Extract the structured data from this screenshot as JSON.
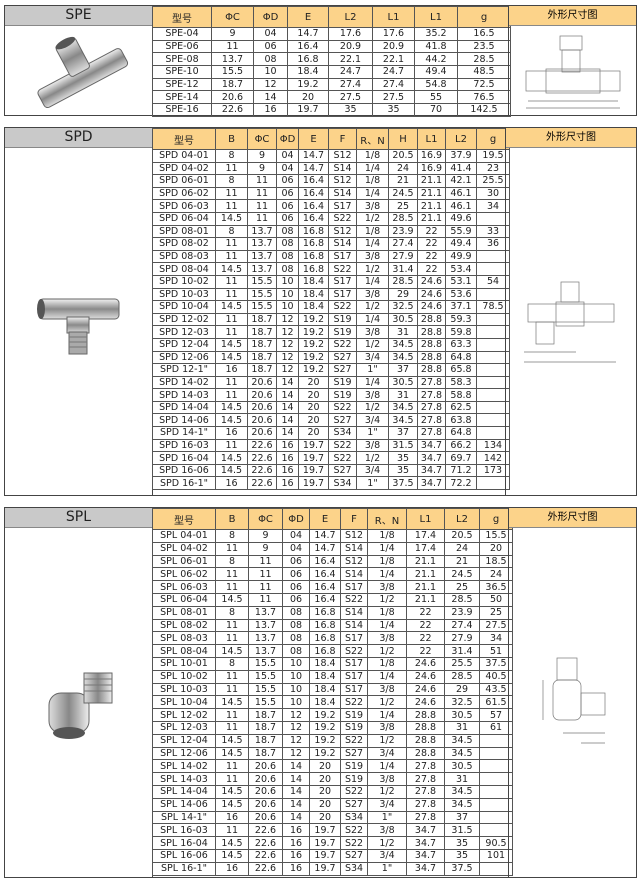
{
  "sections": [
    {
      "title": "SPE",
      "drawing_header": "外形尺寸图",
      "headers": [
        "型号",
        "ΦC",
        "ΦD",
        "E",
        "L2",
        "L1",
        "L1",
        "g"
      ],
      "rows": [
        [
          "SPE-04",
          "9",
          "04",
          "14.7",
          "17.6",
          "17.6",
          "35.2",
          "16.5"
        ],
        [
          "SPE-06",
          "11",
          "06",
          "16.4",
          "20.9",
          "20.9",
          "41.8",
          "23.5"
        ],
        [
          "SPE-08",
          "13.7",
          "08",
          "16.8",
          "22.1",
          "22.1",
          "44.2",
          "28.5"
        ],
        [
          "SPE-10",
          "15.5",
          "10",
          "18.4",
          "24.7",
          "24.7",
          "49.4",
          "48.5"
        ],
        [
          "SPE-12",
          "18.7",
          "12",
          "19.2",
          "27.4",
          "27.4",
          "54.8",
          "72.5"
        ],
        [
          "SPE-14",
          "20.6",
          "14",
          "20",
          "27.5",
          "27.5",
          "55",
          "76.5"
        ],
        [
          "SPE-16",
          "22.6",
          "16",
          "19.7",
          "35",
          "35",
          "70",
          "142.5"
        ]
      ]
    },
    {
      "title": "SPD",
      "drawing_header": "外形尺寸图",
      "headers": [
        "型号",
        "B",
        "ΦC",
        "ΦD",
        "E",
        "F",
        "R、N",
        "H",
        "L1",
        "L2",
        "g"
      ],
      "rows": [
        [
          "SPD 04-01",
          "8",
          "9",
          "04",
          "14.7",
          "S12",
          "1/8",
          "20.5",
          "16.9",
          "37.9",
          "19.5"
        ],
        [
          "SPD 04-02",
          "11",
          "9",
          "04",
          "14.7",
          "S14",
          "1/4",
          "24",
          "16.9",
          "41.4",
          "23"
        ],
        [
          "SPD 06-01",
          "8",
          "11",
          "06",
          "16.4",
          "S12",
          "1/8",
          "21",
          "21.1",
          "42.1",
          "25.5"
        ],
        [
          "SPD 06-02",
          "11",
          "11",
          "06",
          "16.4",
          "S14",
          "1/4",
          "24.5",
          "21.1",
          "46.1",
          "30"
        ],
        [
          "SPD 06-03",
          "11",
          "11",
          "06",
          "16.4",
          "S17",
          "3/8",
          "25",
          "21.1",
          "46.1",
          "34"
        ],
        [
          "SPD 06-04",
          "14.5",
          "11",
          "06",
          "16.4",
          "S22",
          "1/2",
          "28.5",
          "21.1",
          "49.6",
          ""
        ],
        [
          "SPD 08-01",
          "8",
          "13.7",
          "08",
          "16.8",
          "S12",
          "1/8",
          "23.9",
          "22",
          "55.9",
          "33"
        ],
        [
          "SPD 08-02",
          "11",
          "13.7",
          "08",
          "16.8",
          "S14",
          "1/4",
          "27.4",
          "22",
          "49.4",
          "36"
        ],
        [
          "SPD 08-03",
          "11",
          "13.7",
          "08",
          "16.8",
          "S17",
          "3/8",
          "27.9",
          "22",
          "49.9",
          ""
        ],
        [
          "SPD 08-04",
          "14.5",
          "13.7",
          "08",
          "16.8",
          "S22",
          "1/2",
          "31.4",
          "22",
          "53.4",
          ""
        ],
        [
          "SPD 10-02",
          "11",
          "15.5",
          "10",
          "18.4",
          "S17",
          "1/4",
          "28.5",
          "24.6",
          "53.1",
          "54"
        ],
        [
          "SPD 10-03",
          "11",
          "15.5",
          "10",
          "18.4",
          "S17",
          "3/8",
          "29",
          "24.6",
          "53.6",
          ""
        ],
        [
          "SPD 10-04",
          "14.5",
          "15.5",
          "10",
          "18.4",
          "S22",
          "1/2",
          "32.5",
          "24.6",
          "37.1",
          "78.5"
        ],
        [
          "SPD 12-02",
          "11",
          "18.7",
          "12",
          "19.2",
          "S19",
          "1/4",
          "30.5",
          "28.8",
          "59.3",
          ""
        ],
        [
          "SPD 12-03",
          "11",
          "18.7",
          "12",
          "19.2",
          "S19",
          "3/8",
          "31",
          "28.8",
          "59.8",
          ""
        ],
        [
          "SPD 12-04",
          "14.5",
          "18.7",
          "12",
          "19.2",
          "S22",
          "1/2",
          "34.5",
          "28.8",
          "63.3",
          ""
        ],
        [
          "SPD 12-06",
          "14.5",
          "18.7",
          "12",
          "19.2",
          "S27",
          "3/4",
          "34.5",
          "28.8",
          "64.8",
          ""
        ],
        [
          "SPD 12-1\"",
          "16",
          "18.7",
          "12",
          "19.2",
          "S27",
          "1\"",
          "37",
          "28.8",
          "65.8",
          ""
        ],
        [
          "SPD 14-02",
          "11",
          "20.6",
          "14",
          "20",
          "S19",
          "1/4",
          "30.5",
          "27.8",
          "58.3",
          ""
        ],
        [
          "SPD 14-03",
          "11",
          "20.6",
          "14",
          "20",
          "S19",
          "3/8",
          "31",
          "27.8",
          "58.8",
          ""
        ],
        [
          "SPD 14-04",
          "14.5",
          "20.6",
          "14",
          "20",
          "S22",
          "1/2",
          "34.5",
          "27.8",
          "62.5",
          ""
        ],
        [
          "SPD 14-06",
          "14.5",
          "20.6",
          "14",
          "20",
          "S27",
          "3/4",
          "34.5",
          "27.8",
          "63.8",
          ""
        ],
        [
          "SPD 14-1\"",
          "16",
          "20.6",
          "14",
          "20",
          "S34",
          "1\"",
          "37",
          "27.8",
          "64.8",
          ""
        ],
        [
          "SPD 16-03",
          "11",
          "22.6",
          "16",
          "19.7",
          "S22",
          "3/8",
          "31.5",
          "34.7",
          "66.2",
          "134"
        ],
        [
          "SPD 16-04",
          "14.5",
          "22.6",
          "16",
          "19.7",
          "S22",
          "1/2",
          "35",
          "34.7",
          "69.7",
          "142"
        ],
        [
          "SPD 16-06",
          "14.5",
          "22.6",
          "16",
          "19.7",
          "S27",
          "3/4",
          "35",
          "34.7",
          "71.2",
          "173"
        ],
        [
          "SPD 16-1\"",
          "16",
          "22.6",
          "16",
          "19.7",
          "S34",
          "1\"",
          "37.5",
          "34.7",
          "72.2",
          ""
        ]
      ]
    },
    {
      "title": "SPL",
      "drawing_header": "外形尺寸图",
      "headers": [
        "型号",
        "B",
        "ΦC",
        "ΦD",
        "E",
        "F",
        "R、N",
        "L1",
        "L2",
        "g"
      ],
      "rows": [
        [
          "SPL 04-01",
          "8",
          "9",
          "04",
          "14.7",
          "S12",
          "1/8",
          "17.4",
          "20.5",
          "15.5"
        ],
        [
          "SPL 04-02",
          "11",
          "9",
          "04",
          "14.7",
          "S14",
          "1/4",
          "17.4",
          "24",
          "20"
        ],
        [
          "SPL 06-01",
          "8",
          "11",
          "06",
          "16.4",
          "S12",
          "1/8",
          "21.1",
          "21",
          "18.5"
        ],
        [
          "SPL 06-02",
          "11",
          "11",
          "06",
          "16.4",
          "S14",
          "1/4",
          "21.1",
          "24.5",
          "24"
        ],
        [
          "SPL 06-03",
          "11",
          "11",
          "06",
          "16.4",
          "S17",
          "3/8",
          "21.1",
          "25",
          "36.5"
        ],
        [
          "SPL 06-04",
          "14.5",
          "11",
          "06",
          "16.4",
          "S22",
          "1/2",
          "21.1",
          "28.5",
          "50"
        ],
        [
          "SPL 08-01",
          "8",
          "13.7",
          "08",
          "16.8",
          "S14",
          "1/8",
          "22",
          "23.9",
          "25"
        ],
        [
          "SPL 08-02",
          "11",
          "13.7",
          "08",
          "16.8",
          "S14",
          "1/4",
          "22",
          "27.4",
          "27.5"
        ],
        [
          "SPL 08-03",
          "11",
          "13.7",
          "08",
          "16.8",
          "S17",
          "3/8",
          "22",
          "27.9",
          "34"
        ],
        [
          "SPL 08-04",
          "14.5",
          "13.7",
          "08",
          "16.8",
          "S22",
          "1/2",
          "22",
          "31.4",
          "51"
        ],
        [
          "SPL 10-01",
          "8",
          "15.5",
          "10",
          "18.4",
          "S17",
          "1/8",
          "24.6",
          "25.5",
          "37.5"
        ],
        [
          "SPL 10-02",
          "11",
          "15.5",
          "10",
          "18.4",
          "S17",
          "1/4",
          "24.6",
          "28.5",
          "40.5"
        ],
        [
          "SPL 10-03",
          "11",
          "15.5",
          "10",
          "18.4",
          "S17",
          "3/8",
          "24.6",
          "29",
          "43.5"
        ],
        [
          "SPL 10-04",
          "14.5",
          "15.5",
          "10",
          "18.4",
          "S22",
          "1/2",
          "24.6",
          "32.5",
          "61.5"
        ],
        [
          "SPL 12-02",
          "11",
          "18.7",
          "12",
          "19.2",
          "S19",
          "1/4",
          "28.8",
          "30.5",
          "57"
        ],
        [
          "SPL 12-03",
          "11",
          "18.7",
          "12",
          "19.2",
          "S19",
          "3/8",
          "28.8",
          "31",
          "61"
        ],
        [
          "SPL 12-04",
          "14.5",
          "18.7",
          "12",
          "19.2",
          "S22",
          "1/2",
          "28.8",
          "34.5",
          ""
        ],
        [
          "SPL 12-06",
          "14.5",
          "18.7",
          "12",
          "19.2",
          "S27",
          "3/4",
          "28.8",
          "34.5",
          ""
        ],
        [
          "SPL 14-02",
          "11",
          "20.6",
          "14",
          "20",
          "S19",
          "1/4",
          "27.8",
          "30.5",
          ""
        ],
        [
          "SPL 14-03",
          "11",
          "20.6",
          "14",
          "20",
          "S19",
          "3/8",
          "27.8",
          "31",
          ""
        ],
        [
          "SPL 14-04",
          "14.5",
          "20.6",
          "14",
          "20",
          "S22",
          "1/2",
          "27.8",
          "34.5",
          ""
        ],
        [
          "SPL 14-06",
          "14.5",
          "20.6",
          "14",
          "20",
          "S27",
          "3/4",
          "27.8",
          "34.5",
          ""
        ],
        [
          "SPL 14-1\"",
          "16",
          "20.6",
          "14",
          "20",
          "S34",
          "1\"",
          "27.8",
          "37",
          ""
        ],
        [
          "SPL 16-03",
          "11",
          "22.6",
          "16",
          "19.7",
          "S22",
          "3/8",
          "34.7",
          "31.5",
          ""
        ],
        [
          "SPL 16-04",
          "14.5",
          "22.6",
          "16",
          "19.7",
          "S22",
          "1/2",
          "34.7",
          "35",
          "90.5"
        ],
        [
          "SPL 16-06",
          "14.5",
          "22.6",
          "16",
          "19.7",
          "S27",
          "3/4",
          "34.7",
          "35",
          "101"
        ],
        [
          "SPL 16-1\"",
          "16",
          "22.6",
          "16",
          "19.7",
          "S34",
          "1\"",
          "34.7",
          "37.5",
          ""
        ]
      ]
    }
  ]
}
